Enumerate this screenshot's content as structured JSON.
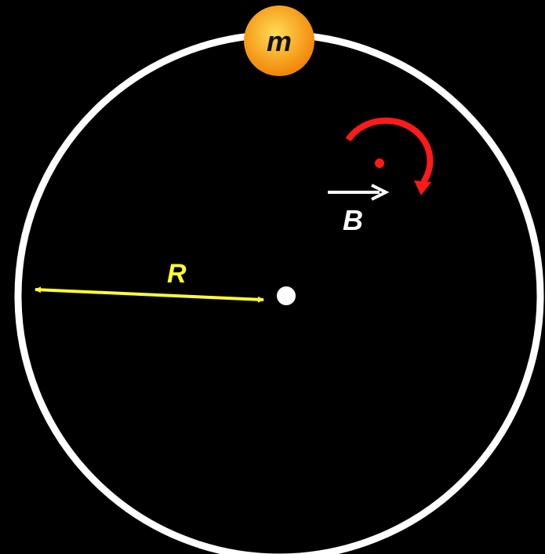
{
  "diagram": {
    "background_color": "#000000",
    "ring_color": "#ffffff",
    "mass": {
      "label": "m",
      "fill_inner": "#ffdd55",
      "fill_outer": "#f07d00",
      "label_color": "#111111"
    },
    "center_point_color": "#ffffff",
    "radius": {
      "label": "R",
      "color": "#ffff33"
    },
    "field": {
      "label": "B",
      "color": "#ffffff"
    },
    "rotation_indicator": {
      "color": "#ff1a1a",
      "direction": "clockwise"
    }
  }
}
